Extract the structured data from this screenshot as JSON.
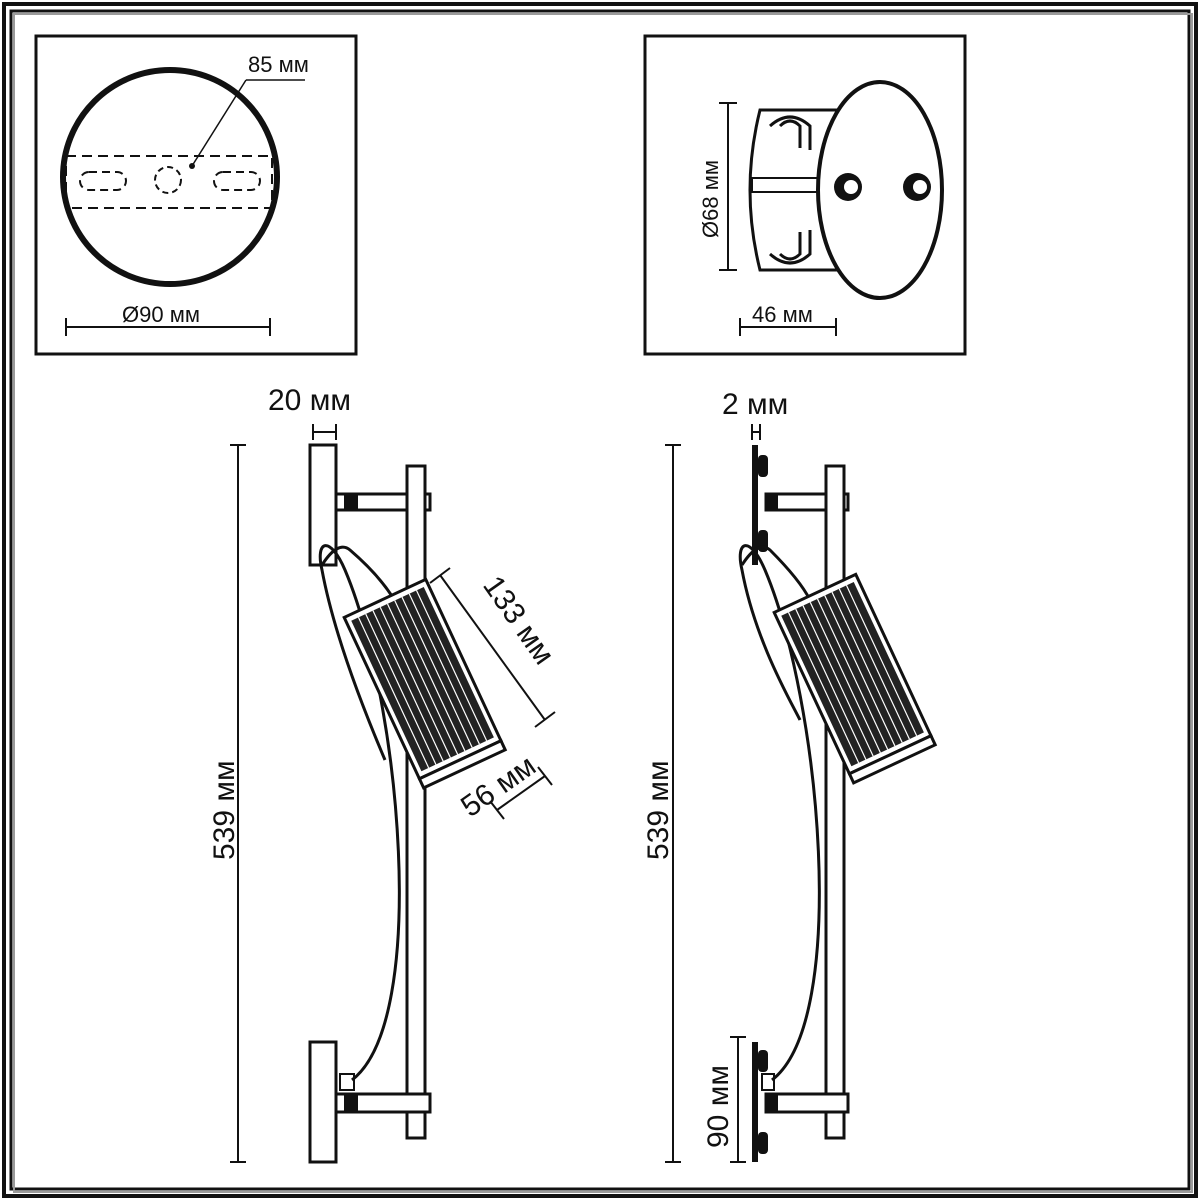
{
  "colors": {
    "ink": "#111111",
    "paper": "#ffffff",
    "frame_shadow": "#9a9a9a"
  },
  "panels": {
    "top_view": {
      "hole_spacing": "85 мм",
      "diameter": "Ø90 мм"
    },
    "box_view": {
      "diameter": "Ø68 мм",
      "depth": "46 мм"
    }
  },
  "side_view": {
    "plate_width": "20 мм",
    "total_height": "539 мм",
    "shade_length": "133 мм",
    "shade_diameter": "56 мм"
  },
  "front_view": {
    "plate_thickness": "2 мм",
    "total_height": "539 мм",
    "mount_height": "90 мм"
  }
}
